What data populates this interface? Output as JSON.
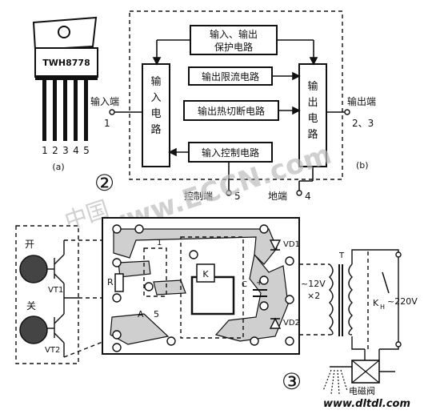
{
  "ic": {
    "part": "TWH8778",
    "pins": [
      "1",
      "2",
      "3",
      "4",
      "5"
    ],
    "caption": "(a)"
  },
  "block": {
    "protect": "输入、输出 保护电路",
    "protect_l1": "输入、输出",
    "protect_l2": "保护电路",
    "limit": "输出限流电路",
    "thermal": "输出热切断电路",
    "control": "输入控制电路",
    "input_circuit": "输入电路",
    "input_chars": [
      "输",
      "入",
      "电",
      "路"
    ],
    "output_circuit": "输出电路",
    "output_chars": [
      "输",
      "出",
      "电",
      "路"
    ],
    "caption": "(b)"
  },
  "terminals": {
    "input_label": "输入端",
    "input_pin": "1",
    "output_label": "输出端",
    "output_pin": "2、3",
    "control_label": "控制端",
    "control_pin": "5",
    "ground_label": "地端",
    "ground_pin": "4"
  },
  "figure_numbers": {
    "two": "②",
    "three": "③"
  },
  "circuit": {
    "open": "开",
    "close": "关",
    "vt1": "VT1",
    "vt2": "VT2",
    "r": "R",
    "a": "A",
    "five": "5",
    "one": "1",
    "k": "K",
    "c": "C",
    "plus": "+",
    "vd1": "VD1",
    "vd2": "VD2",
    "t": "T",
    "kh": "K",
    "kh_sub": "H",
    "v12": "~12V",
    "x2": "×2",
    "v220": "~220V",
    "valve": "电磁阀"
  },
  "watermark": {
    "cn": "中国",
    "site": "www.ECCN.com",
    "footer": "www.dltdl.com"
  }
}
